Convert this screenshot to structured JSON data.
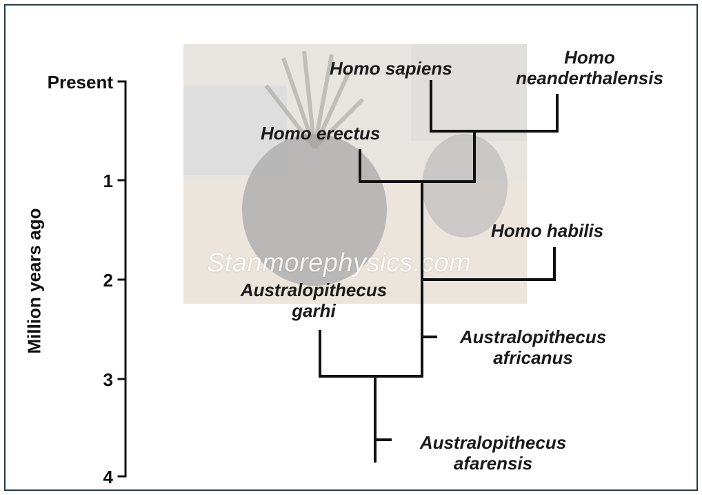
{
  "axis": {
    "title": "Million years ago",
    "ticks": [
      "Present",
      "1",
      "2",
      "3",
      "4"
    ]
  },
  "watermark": "Stanmorephysics.com",
  "species": {
    "sapiens": "Homo sapiens",
    "neanderthalensis": [
      "Homo",
      "neanderthalensis"
    ],
    "erectus": "Homo erectus",
    "habilis": "Homo habilis",
    "garhi": [
      "Australopithecus",
      "garhi"
    ],
    "africanus": [
      "Australopithecus",
      "africanus"
    ],
    "afarensis": [
      "Australopithecus",
      "afarensis"
    ]
  }
}
